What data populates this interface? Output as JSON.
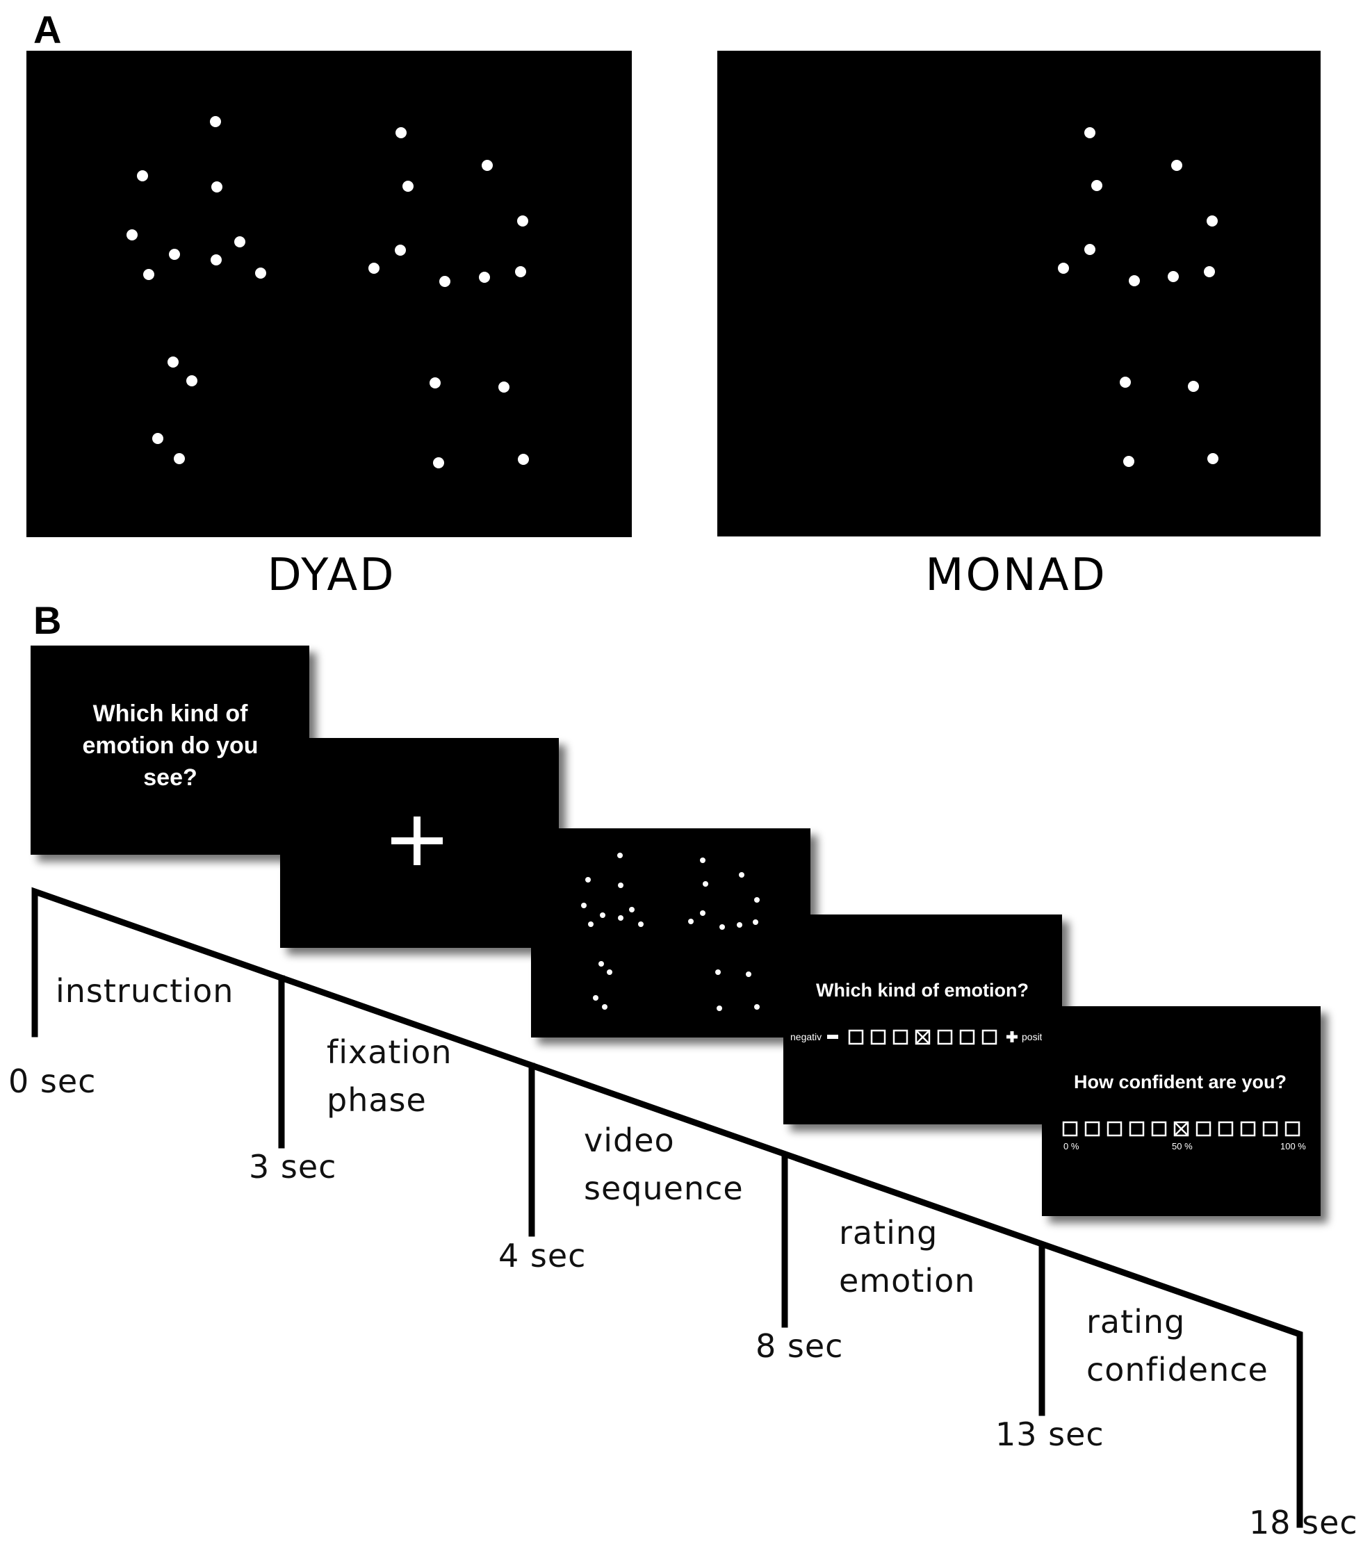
{
  "panel_a": {
    "letter": "A",
    "dyad_caption": "DYAD",
    "monad_caption": "MONAD"
  },
  "panel_b": {
    "letter": "B",
    "screen_instruction": {
      "line1": "Which kind of",
      "line2": "emotion do you",
      "line3": "see?"
    },
    "screen_fixation_symbol": "+",
    "screen_rating_emotion": {
      "question": "Which kind of emotion?",
      "left_label": "negativ",
      "right_label": "posit"
    },
    "screen_rating_confidence": {
      "question": "How confident are you?",
      "tick_0": "0 %",
      "tick_50": "50 %",
      "tick_100": "100 %"
    },
    "phases": [
      {
        "label_line1": "instruction",
        "label_line2": ""
      },
      {
        "label_line1": "fixation",
        "label_line2": "phase"
      },
      {
        "label_line1": "video",
        "label_line2": "sequence"
      },
      {
        "label_line1": "rating",
        "label_line2": "emotion"
      },
      {
        "label_line1": "rating",
        "label_line2": "confidence"
      }
    ],
    "times": [
      "0 sec",
      "3 sec",
      "4 sec",
      "8 sec",
      "13 sec",
      "18 sec"
    ]
  }
}
